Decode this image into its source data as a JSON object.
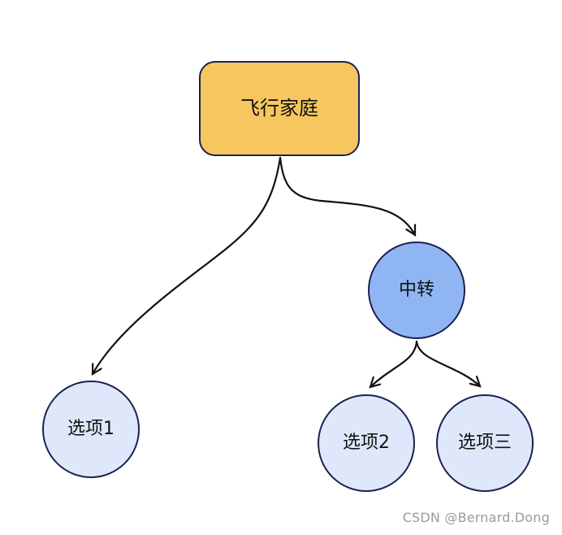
{
  "diagram": {
    "nodes": {
      "root": {
        "label": "飞行家庭",
        "shape": "rounded-rect"
      },
      "transfer": {
        "label": "中转",
        "shape": "circle"
      },
      "option1": {
        "label": "选项1",
        "shape": "circle"
      },
      "option2": {
        "label": "选项2",
        "shape": "circle"
      },
      "option3": {
        "label": "选项三",
        "shape": "circle"
      }
    },
    "edges": [
      {
        "from": "root",
        "to": "option1",
        "style": "curved-arrow"
      },
      {
        "from": "root",
        "to": "transfer",
        "style": "curved-arrow"
      },
      {
        "from": "transfer",
        "to": "option2",
        "style": "curved-arrow"
      },
      {
        "from": "transfer",
        "to": "option3",
        "style": "curved-arrow"
      }
    ]
  },
  "watermark": {
    "text": "CSDN @Bernard.Dong"
  },
  "colors": {
    "node_yellow": "#f6c75f",
    "node_blue": "#8fb6f2",
    "node_lightblue": "#dee8fa",
    "border_navy": "#1c2150",
    "edge_color": "#111111",
    "text_color": "#111111",
    "watermark_color": "#9b9b9b"
  }
}
